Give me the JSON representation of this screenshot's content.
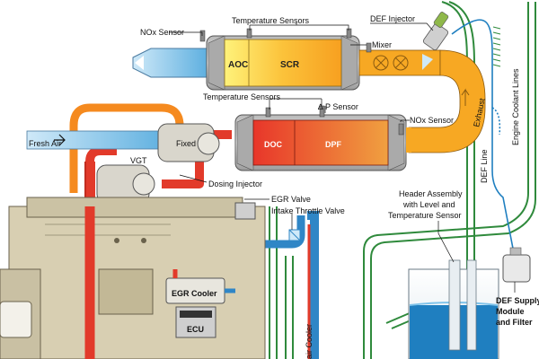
{
  "labels": {
    "nox_sensor_top": "NOx Sensor",
    "temp_sensors_top": "Temperature Sensors",
    "def_injector": "DEF Injector",
    "mixer": "Mixer",
    "aoc": "AOC",
    "scr": "SCR",
    "temp_sensors_mid": "Temperature Sensors",
    "delta_p_sensor": "∆ P Sensor",
    "nox_sensor_mid": "NOx Sensor",
    "exhaust": "Exhaust",
    "engine_coolant_lines": "Engine Coolant Lines",
    "fresh_air": "Fresh Air",
    "fixed": "Fixed",
    "doc": "DOC",
    "dpf": "DPF",
    "def_line": "DEF Line",
    "vgt": "VGT",
    "dosing_injector": "Dosing Injector",
    "egr_valve": "EGR Valve",
    "intake_throttle_valve": "Intake Throttle Valve",
    "header_assembly_1": "Header Assembly",
    "header_assembly_2": "with Level and",
    "header_assembly_3": "Temperature Sensor",
    "egr_cooler": "EGR Cooler",
    "ecu": "ECU",
    "air_cooler": "air Cooler",
    "def_supply_1": "DEF Supply",
    "def_supply_2": "Module",
    "def_supply_3": "and Filter"
  },
  "colors": {
    "exhaust_orange": "#f7a823",
    "scr_yellow": "#fbd23a",
    "fresh_air_blue": "#7fc3ea",
    "intake_blue": "#2f86c6",
    "hot_red": "#e23a2a",
    "coolant_green": "#2f8a3c",
    "def_blue": "#1f7fc0",
    "engine_tan": "#d8cfb2"
  }
}
